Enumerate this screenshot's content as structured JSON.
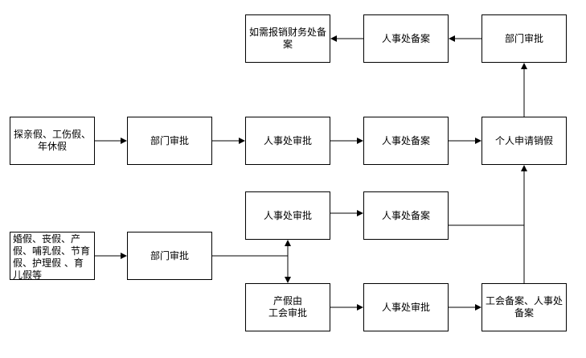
{
  "nodes": {
    "leave_type_1": "探亲假、工伤假、年休假",
    "leave_type_2": "婚假、丧假、产假、哺乳假、节育假、护理假  、育儿假等",
    "dept_approve_1": "部门审批",
    "dept_approve_2": "部门审批",
    "hr_approve_1": "人事处审批",
    "hr_file_1": "人事处备案",
    "personal_cancel": "个人申请销假",
    "dept_approve_top": "部门审批",
    "hr_file_top": "人事处备案",
    "finance": "如需报销财务处备案",
    "hr_approve_2": "人事处审批",
    "hr_file_2": "人事处备案",
    "maternity_union": "产假由\n工会审批",
    "hr_approve_3": "人事处审批",
    "union_hr_file": "工会备案、人事处备案"
  }
}
